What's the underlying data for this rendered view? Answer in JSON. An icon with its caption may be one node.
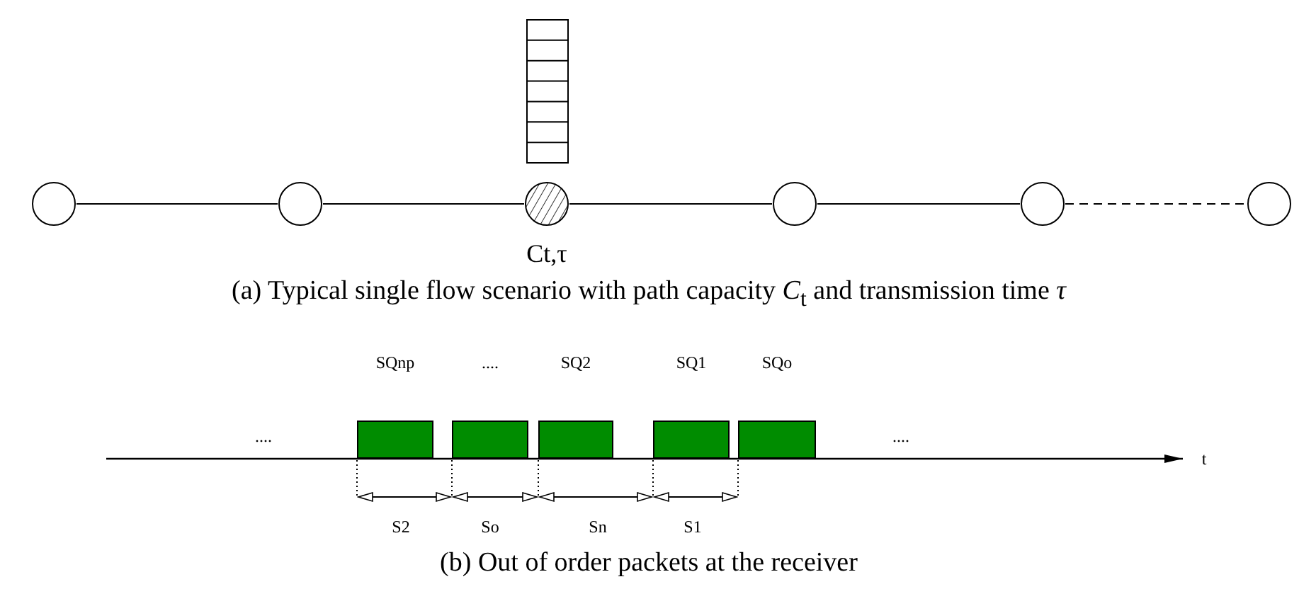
{
  "diagram": {
    "nodes": [
      {
        "text": [],
        "shape": "circle"
      },
      {
        "text": [],
        "shape": "circle"
      },
      {
        "text": [],
        "shape": "circle",
        "beside": [
          "Ct,τ"
        ]
      },
      {
        "text": [],
        "shape": "circle"
      },
      {
        "text": [],
        "shape": "circle"
      },
      {
        "text": [],
        "shape": "circle"
      },
      {
        "text": [
          "SQnp"
        ]
      },
      {
        "text": [
          "...."
        ]
      },
      {
        "text": [
          "SQ2"
        ]
      },
      {
        "text": [
          "SQ1"
        ]
      },
      {
        "text": [
          "SQo"
        ]
      }
    ],
    "edges": [
      {
        "from": 0,
        "to": 1,
        "arrow": "none"
      },
      {
        "from": 1,
        "to": 2,
        "arrow": "none"
      },
      {
        "from": 2,
        "to": 3,
        "arrow": "none"
      },
      {
        "from": 3,
        "to": 4,
        "arrow": "none"
      },
      {
        "from": 4,
        "to": 5,
        "arrow": "none",
        "style": "dashed"
      }
    ],
    "labels": [
      "(a) Typical single flow scenario with path capacity *C*$_{t}$ and transmission time *τ*",
      "....",
      "....",
      "t",
      "S2",
      "So",
      "Sn",
      "S1",
      "(b) Out of order packets at the receiver"
    ]
  }
}
